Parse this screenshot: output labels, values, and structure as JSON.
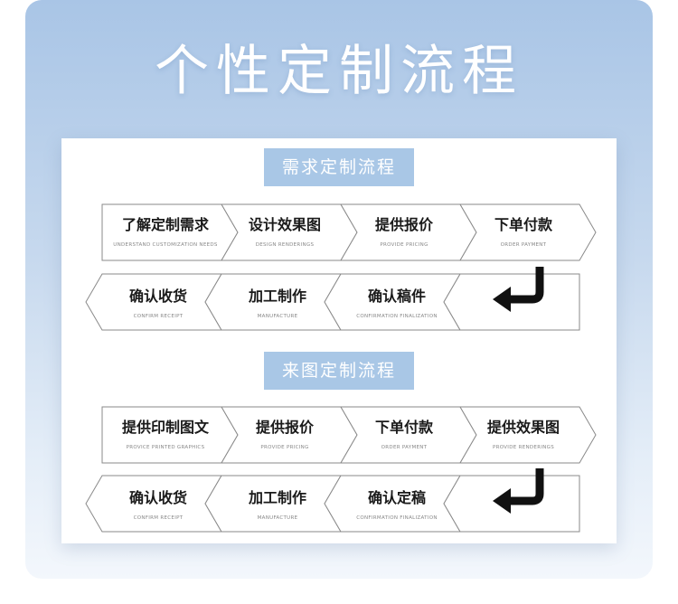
{
  "title": "个性定制流程",
  "colors": {
    "accent": "#a9c7e6",
    "background_top": "#a9c5e6",
    "text": "#1a1a1a"
  },
  "sections": [
    {
      "title": "需求定制流程",
      "row1": [
        {
          "cn": "了解定制需求",
          "en": "UNDERSTAND CUSTOMIZATION NEEDS"
        },
        {
          "cn": "设计效果图",
          "en": "DESIGN RENDERINGS"
        },
        {
          "cn": "提供报价",
          "en": "PROVIDE PRICING"
        },
        {
          "cn": "下单付款",
          "en": "ORDER PAYMENT"
        }
      ],
      "row2": [
        {
          "cn": "确认收货",
          "en": "CONFIRM RECEIPT"
        },
        {
          "cn": "加工制作",
          "en": "MANUFACTURE"
        },
        {
          "cn": "确认稿件",
          "en": "CONFIRMATION FINALIZATION"
        }
      ],
      "turn_icon": "turn-down-left-arrow-icon"
    },
    {
      "title": "来图定制流程",
      "row1": [
        {
          "cn": "提供印制图文",
          "en": "PROVICE PRINTED GRAPHICS"
        },
        {
          "cn": "提供报价",
          "en": "PROVIDE PRICING"
        },
        {
          "cn": "下单付款",
          "en": "ORDER PAYMENT"
        },
        {
          "cn": "提供效果图",
          "en": "PROVIDE RENDERINGS"
        }
      ],
      "row2": [
        {
          "cn": "确认收货",
          "en": "CONFIRM RECEIPT"
        },
        {
          "cn": "加工制作",
          "en": "MANUFACTURE"
        },
        {
          "cn": "确认定稿",
          "en": "CONFIRMATION FINALIZATION"
        }
      ],
      "turn_icon": "turn-down-left-arrow-icon"
    }
  ]
}
